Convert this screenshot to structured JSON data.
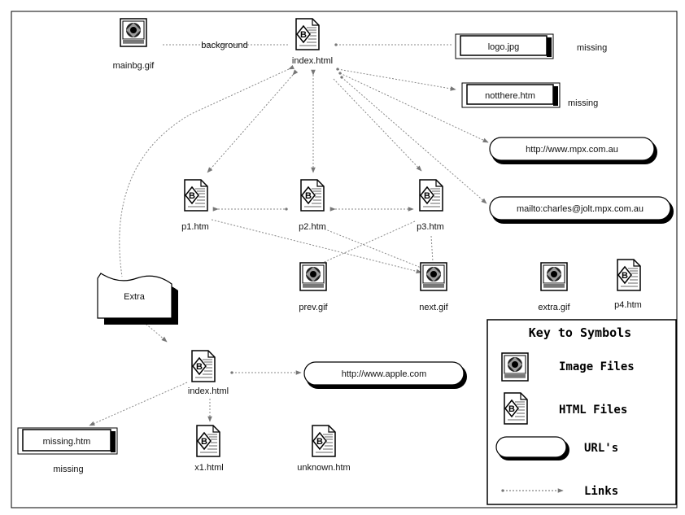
{
  "diagram": {
    "files": {
      "mainbg": "mainbg.gif",
      "index": "index.html",
      "p1": "p1.htm",
      "p2": "p2.htm",
      "p3": "p3.htm",
      "prev": "prev.gif",
      "next": "next.gif",
      "extra_gif": "extra.gif",
      "p4": "p4.htm",
      "index2": "index.html",
      "x1": "x1.html",
      "unknown": "unknown.htm"
    },
    "boxes": {
      "logo": "logo.jpg",
      "notthere": "notthere.htm",
      "missing_htm": "missing.htm",
      "extra_folder": "Extra"
    },
    "urls": {
      "mpx": "http://www.mpx.com.au",
      "mailto": "mailto:charles@jolt.mpx.com.au",
      "apple": "http://www.apple.com"
    },
    "labels": {
      "background": "background",
      "logo_missing": "missing",
      "notthere_missing": "missing",
      "missinghtm_missing": "missing"
    },
    "key": {
      "title": "Key to Symbols",
      "image_files": "Image Files",
      "html_files": "HTML Files",
      "urls": "URL's",
      "links": "Links"
    }
  }
}
